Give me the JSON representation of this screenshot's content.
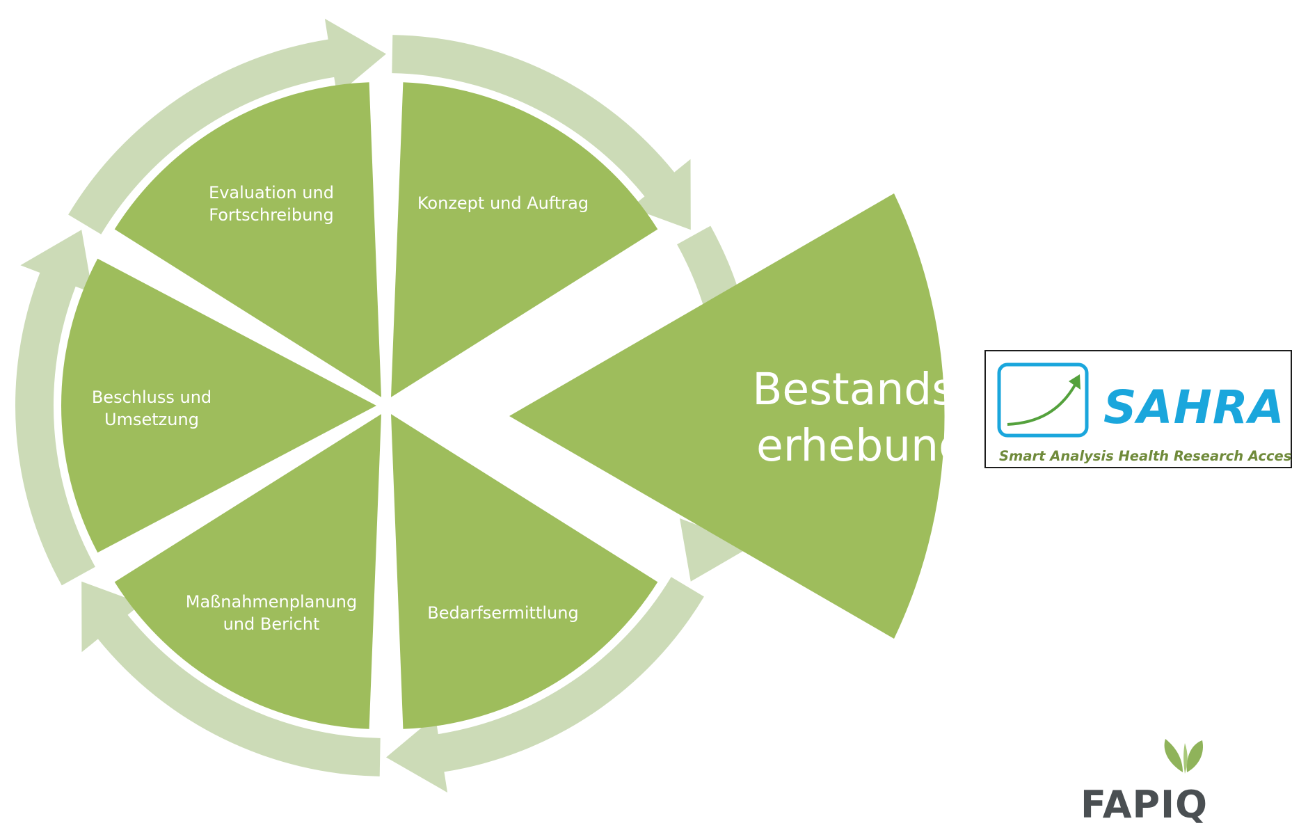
{
  "colors": {
    "segment": "#9ebd5c",
    "arrow": "#ccdbb7",
    "white": "#ffffff",
    "sahra_blue": "#1aa6dc",
    "sahra_green": "#6f8a3a",
    "fapiq_gray": "#4a4f52"
  },
  "cycle": {
    "segments": [
      {
        "id": "konzept",
        "lines": [
          "Konzept und Auftrag"
        ]
      },
      {
        "id": "bestand",
        "lines": [
          "Bestands-",
          "erhebung"
        ]
      },
      {
        "id": "bedarf",
        "lines": [
          "Bedarfsermittlung"
        ]
      },
      {
        "id": "massnahmen",
        "lines": [
          "Maßnahmenplanung",
          "und Bericht"
        ]
      },
      {
        "id": "beschluss",
        "lines": [
          "Beschluss und",
          "Umsetzung"
        ]
      },
      {
        "id": "evaluation",
        "lines": [
          "Evaluation und",
          "Fortschreibung"
        ]
      }
    ]
  },
  "sahra_logo": {
    "title": "SAHRA",
    "subtitle": "Smart Analysis Health Research  Access",
    "icon": "trend-arrow-icon"
  },
  "fapiq_logo": {
    "text": "FAPIQ",
    "icon": "leaves-icon"
  }
}
